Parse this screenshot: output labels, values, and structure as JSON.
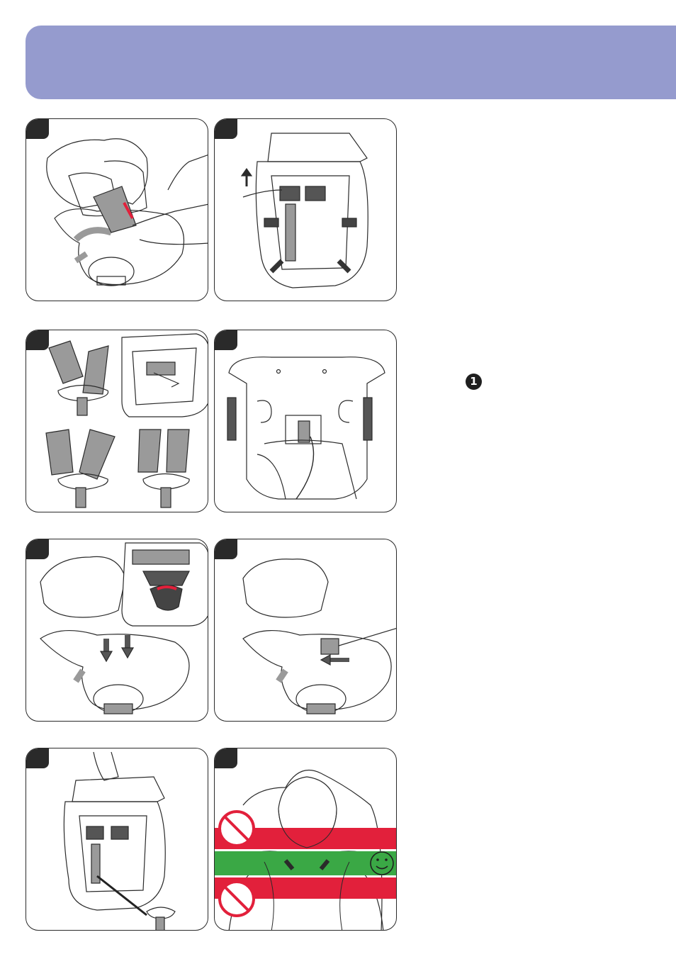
{
  "colors": {
    "header_band": "#959bce",
    "panel_tab": "#2a2a2a",
    "strap_gray": "#9a9a9a",
    "zone_red": "#e2203b",
    "zone_green": "#3aa845",
    "prohibited_red": "#e2203b",
    "smiley_green": "#3aa845"
  },
  "step_badge": {
    "label": "1",
    "color": "#1f1f1f"
  },
  "panels": [
    {
      "id": "panel-1",
      "content": "hand-pressing-seat-cover-icon"
    },
    {
      "id": "panel-2",
      "content": "lift-harness-back-icon"
    },
    {
      "id": "panel-3",
      "content": "strap-buckle-assembly-icon"
    },
    {
      "id": "panel-4",
      "content": "seat-back-cover-icon"
    },
    {
      "id": "panel-5",
      "content": "press-seat-buckle-icon"
    },
    {
      "id": "panel-6",
      "content": "insert-crotch-strap-icon"
    },
    {
      "id": "panel-7",
      "content": "carry-seat-icon"
    },
    {
      "id": "panel-8",
      "content": "shoulder-height-zones-icon"
    }
  ]
}
